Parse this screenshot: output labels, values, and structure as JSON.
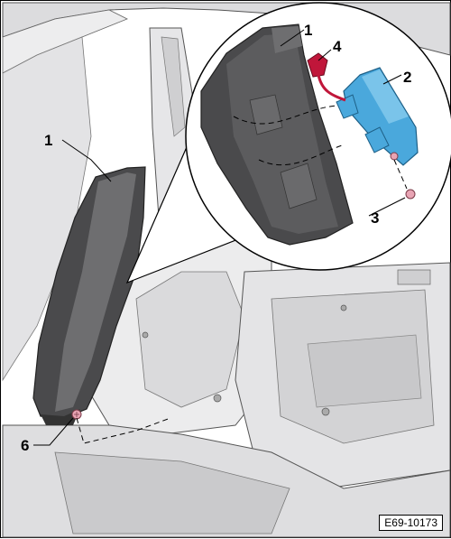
{
  "figure": {
    "callouts": [
      {
        "id": "1-main",
        "text": "1"
      },
      {
        "id": "1-detail",
        "text": "1"
      },
      {
        "id": "2",
        "text": "2"
      },
      {
        "id": "3",
        "text": "3"
      },
      {
        "id": "4",
        "text": "4"
      },
      {
        "id": "6",
        "text": "6"
      }
    ],
    "reference_code": "E69-10173"
  },
  "colors": {
    "background": "#ffffff",
    "body_panel": "#e9e9ea",
    "body_shadow": "#c9c9cb",
    "body_dark": "#9a9a9c",
    "trim_panel": "#4a4a4c",
    "trim_highlight": "#6e6e70",
    "wire_red": "#c0163a",
    "module_blue": "#4aa8dc",
    "screw_pink": "#e8a4b4"
  },
  "icons": [
    "trim-panel-icon",
    "control-module-icon",
    "connector-icon",
    "screw-icon"
  ]
}
